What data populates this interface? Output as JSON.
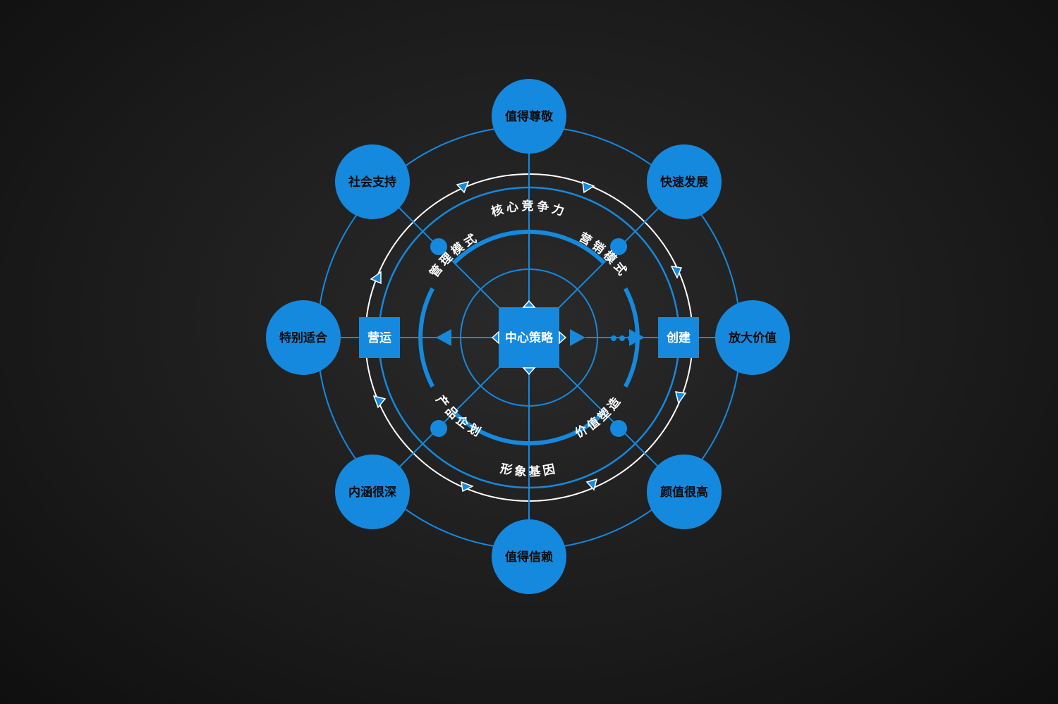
{
  "colors": {
    "accent": "#1589de",
    "ring_white": "#ffffff",
    "background": "#1c1c1c"
  },
  "center": {
    "label": "中心策略"
  },
  "left_box": {
    "label": "营运"
  },
  "right_box": {
    "label": "创建"
  },
  "outer_nodes": [
    {
      "label": "值得尊敬"
    },
    {
      "label": "快速发展"
    },
    {
      "label": "放大价值"
    },
    {
      "label": "颜值很高"
    },
    {
      "label": "值得信赖"
    },
    {
      "label": "内涵很深"
    },
    {
      "label": "特别适合"
    },
    {
      "label": "社会支持"
    }
  ],
  "ring_labels": {
    "top": "核心竞争力",
    "bottom": "形象基因",
    "upper_left": "管理模式",
    "upper_right": "营销模式",
    "lower_left": "产品企划",
    "lower_right": "价值塑造"
  }
}
